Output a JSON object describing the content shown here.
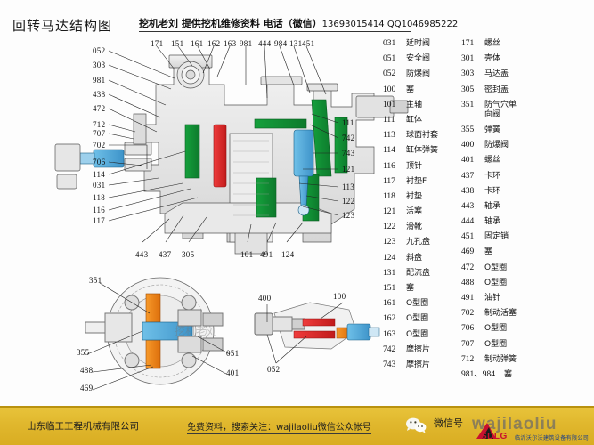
{
  "header": {
    "title": "回转马达结构图",
    "promo": "挖机老刘 提供挖机维修资料 电话（微信）",
    "promo_phone": "13693015414 QQ1046985222"
  },
  "main_diagram": {
    "top_labels": [
      "171",
      "151",
      "161",
      "162",
      "163",
      "981",
      "444",
      "984",
      "131",
      "451"
    ],
    "left_labels": [
      "052",
      "303",
      "981",
      "438",
      "472",
      "712",
      "707",
      "702",
      "706",
      "114",
      "031",
      "118",
      "116",
      "117"
    ],
    "right_labels": [
      "111",
      "742",
      "743",
      "121",
      "113",
      "122",
      "123"
    ],
    "bottom_labels": [
      "443",
      "437",
      "305",
      "101",
      "491",
      "124"
    ]
  },
  "lower_left_diagram": {
    "labels": [
      "351",
      "355",
      "488",
      "469",
      "051",
      "401"
    ]
  },
  "lower_right_diagram": {
    "labels": [
      "400",
      "100",
      "052"
    ]
  },
  "legend": {
    "column1": [
      {
        "num": "031",
        "name": "延时阀"
      },
      {
        "num": "051",
        "name": "安全阀"
      },
      {
        "num": "052",
        "name": "防爆阀"
      },
      {
        "num": "100",
        "name": "塞"
      },
      {
        "num": "101",
        "name": "主轴"
      },
      {
        "num": "111",
        "name": "缸体"
      },
      {
        "num": "113",
        "name": "球面衬套"
      },
      {
        "num": "114",
        "name": "缸体弹簧"
      },
      {
        "num": "116",
        "name": "顶针"
      },
      {
        "num": "117",
        "name": "衬垫F"
      },
      {
        "num": "118",
        "name": "衬垫"
      },
      {
        "num": "121",
        "name": "活塞"
      },
      {
        "num": "122",
        "name": "滑靴"
      },
      {
        "num": "123",
        "name": "九孔盘"
      },
      {
        "num": "124",
        "name": "斜盘"
      },
      {
        "num": "131",
        "name": "配流盘"
      },
      {
        "num": "151",
        "name": "塞"
      },
      {
        "num": "161",
        "name": "O型圈"
      },
      {
        "num": "162",
        "name": "O型圈"
      },
      {
        "num": "163",
        "name": "O型圈"
      },
      {
        "num": "742",
        "name": "摩擦片"
      },
      {
        "num": "743",
        "name": "摩擦片"
      }
    ],
    "column2": [
      {
        "num": "171",
        "name": "螺丝"
      },
      {
        "num": "301",
        "name": "壳体"
      },
      {
        "num": "303",
        "name": "马达盖"
      },
      {
        "num": "305",
        "name": "密封盖"
      },
      {
        "num": "351",
        "name": "防气穴单",
        "name2": "向阀"
      },
      {
        "num": "355",
        "name": "弹簧"
      },
      {
        "num": "400",
        "name": "防爆阀"
      },
      {
        "num": "401",
        "name": "螺丝"
      },
      {
        "num": "437",
        "name": "卡环"
      },
      {
        "num": "438",
        "name": "卡环"
      },
      {
        "num": "443",
        "name": "轴承"
      },
      {
        "num": "444",
        "name": "轴承"
      },
      {
        "num": "451",
        "name": "固定销"
      },
      {
        "num": "469",
        "name": "塞"
      },
      {
        "num": "472",
        "name": "O型圈"
      },
      {
        "num": "488",
        "name": "O型圈"
      },
      {
        "num": "491",
        "name": "油针"
      },
      {
        "num": "702",
        "name": "制动活塞"
      },
      {
        "num": "706",
        "name": "O型圈"
      },
      {
        "num": "707",
        "name": "O型圈"
      },
      {
        "num": "712",
        "name": "制动弹簧"
      },
      {
        "num": "981、984",
        "name": "塞"
      }
    ]
  },
  "footer": {
    "company": "山东临工工程机械有限公司",
    "promo": "免费资料，搜索关注：wajilaoliu微信公众帐号",
    "wechat_label": "微信号",
    "brand_ghost": "wajilaoliu",
    "sdlg_word": "SDLG",
    "sdlg_sub": "临沂沃尔沃建筑设备有限公司"
  },
  "colors": {
    "footer_bg": "#e0b72d",
    "accent_green": "#1a9c3c",
    "accent_blue": "#4ea3d8",
    "accent_red": "#e03030",
    "accent_orange": "#f08a20",
    "line": "#333333"
  }
}
